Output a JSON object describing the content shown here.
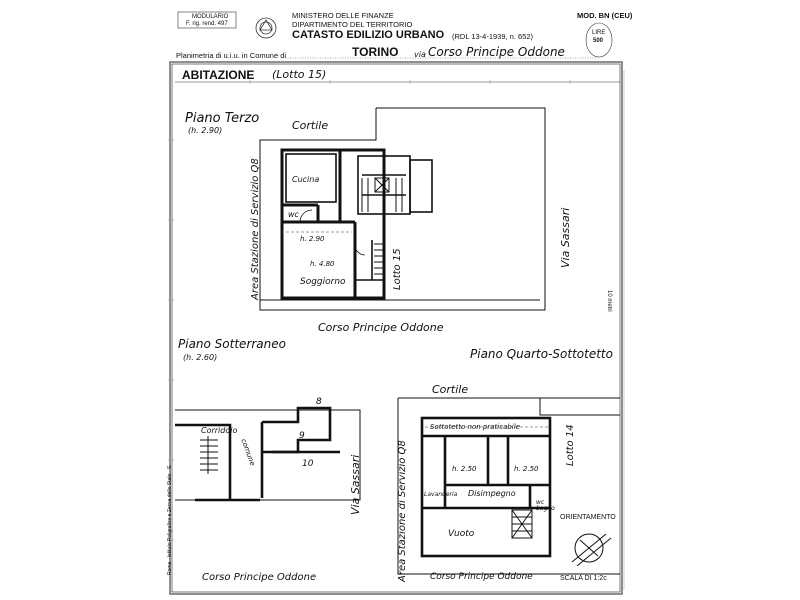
{
  "header": {
    "model_box": [
      "MODULARIO",
      "F. rig. rend. 497"
    ],
    "ministry": "MINISTERO DELLE FINANZE",
    "department": "DIPARTIMENTO DEL TERRITORIO",
    "catasto": "CATASTO EDILIZIO URBANO",
    "rdl": "(RDL 13-4-1939, n. 652)",
    "mod": "MOD. BN (CEU)",
    "lire": "LIRE",
    "lire_value": "500",
    "planimetria_label": "Planimetria di u.i.u. in Comune di",
    "comune": "TORINO",
    "via_prefix": "via",
    "address": "Corso Principe Oddone"
  },
  "plan": {
    "title": "ABITAZIONE",
    "lotto": "(Lotto 15)",
    "piano_terzo": "Piano Terzo",
    "piano_terzo_h": "(h. 2.90)",
    "piano_sotterraneo": "Piano Sotterraneo",
    "piano_sotterraneo_h": "(h. 2.60)",
    "piano_quarto": "Piano Quarto-Sottotetto",
    "scale_right": "10 metri",
    "orientamento": "ORIENTAMENTO",
    "scala": "SCALA DI 1:2c",
    "footer_print": "Roma - Istituto Poligrafico e Zecca dello Stato - S."
  },
  "labels": {
    "cortile": "Cortile",
    "via_sassari": "Via Sassari",
    "area_stazione": "Area Stazione di Servizio Q8",
    "corso_principe_oddone": "Corso Principe Oddone",
    "lotto_15": "Lotto 15",
    "lotto_14": "Lotto 14",
    "cucina": "Cucina",
    "wc": "wc",
    "h290": "h. 2.90",
    "h480": "h. 4.80",
    "soggiorno": "Soggiorno",
    "corridoio": "Corridoio",
    "comune": "comune",
    "n8": "8",
    "n9": "9",
    "n10": "10",
    "sottotetto": "Sottotetto non praticabile",
    "h250": "h. 2.50",
    "disimpegno": "Disimpegno",
    "lavanderia": "Lavanderia",
    "wc_bagno": "wc bagno",
    "vuoto": "Vuoto"
  }
}
